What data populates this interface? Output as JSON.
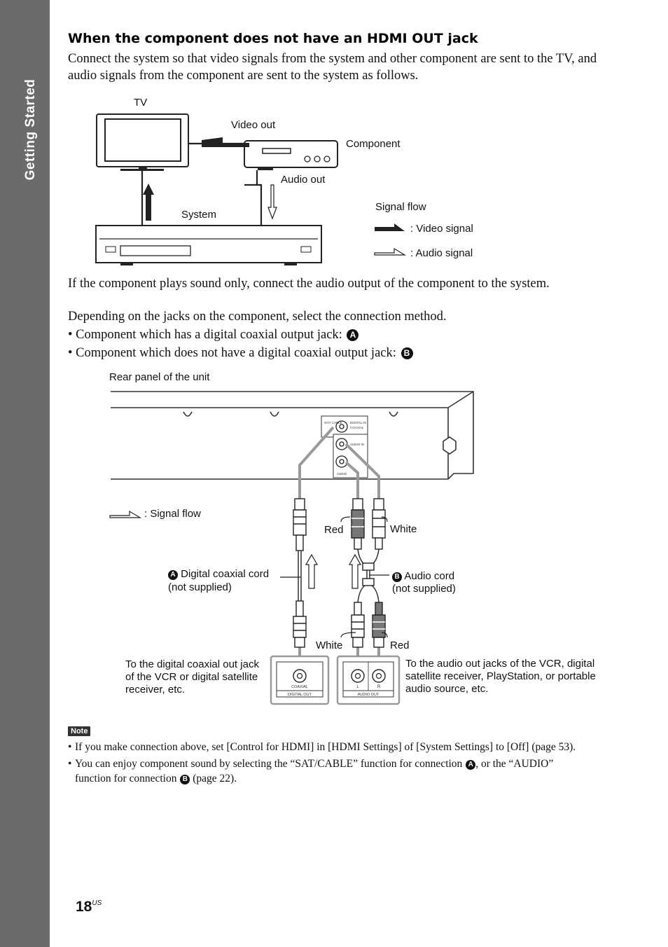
{
  "sidebar": {
    "section_label": "Getting Started"
  },
  "heading": "When the component does not have an HDMI OUT jack",
  "intro": {
    "line1": "Connect the system so that video signals from the system and other component are sent to the TV, and",
    "line2": "audio signals from the component are sent to the system as follows."
  },
  "diagram1": {
    "tv": "TV",
    "video_out": "Video out",
    "component": "Component",
    "audio_out": "Audio out",
    "system": "System",
    "signal_flow": "Signal flow",
    "video_signal": ": Video signal",
    "audio_signal": ": Audio signal"
  },
  "para_sound_only": "If the component plays sound only, connect the audio output of the component to the system.",
  "para_depending": "Depending on the jacks on the component, select the connection method.",
  "bullets": [
    {
      "text": "Component which has a digital coaxial output jack:",
      "marker": "A"
    },
    {
      "text": "Component which does not have a digital coaxial output jack:",
      "marker": "B"
    }
  ],
  "diagram2": {
    "rear_panel": "Rear panel of the unit",
    "signal_flow": ": Signal flow",
    "red": "Red",
    "white": "White",
    "marker_a": "A",
    "marker_b": "B",
    "coax_cord_line1": "Digital coaxial cord",
    "coax_cord_line2": "(not supplied)",
    "audio_cord_line1": "Audio cord",
    "audio_cord_line2": "(not supplied)",
    "white_bottom": "White",
    "red_bottom": "Red",
    "to_digital_coax": "To the digital coaxial out jack of the VCR or digital satellite receiver, etc.",
    "to_audio_out": "To the audio out jacks of the VCR, digital satellite receiver, PlayStation, or portable audio source, etc.",
    "panel_sat_cable": "SAT/ CABLE",
    "panel_digital_in": "DIGITAL IN",
    "panel_coaxial": "COAXIAL",
    "panel_audio_in": "AUDIO IN",
    "panel_audio": "AUDIO",
    "jack_coaxial": "COAXIAL",
    "jack_digital_out": "DIGITAL OUT",
    "jack_l": "L",
    "jack_r": "R",
    "jack_audio_out": "AUDIO OUT"
  },
  "note_label": "Note",
  "notes": [
    {
      "text": "If you make connection above, set [Control for HDMI] in [HDMI Settings] of [System Settings] to [Off] (page 53)."
    },
    {
      "part1": "You can enjoy component sound by selecting the “SAT/CABLE” function for connection",
      "marker1": "A",
      "part2": ", or the “AUDIO”",
      "part3": "function for connection",
      "marker2": "B",
      "part4": " (page 22)."
    }
  ],
  "page": {
    "number": "18",
    "suffix": "US"
  }
}
